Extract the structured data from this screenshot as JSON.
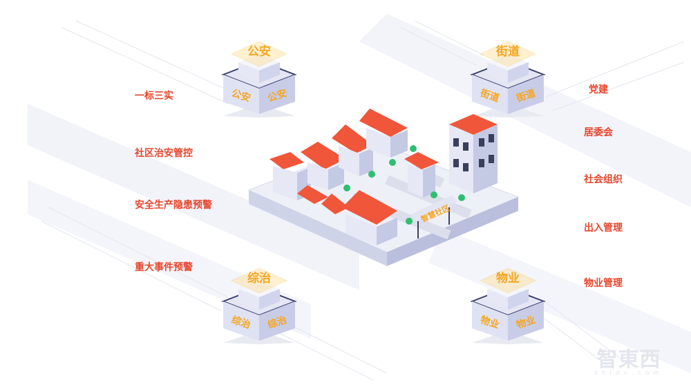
{
  "blocks": [
    {
      "id": "gongan",
      "text": "公安"
    },
    {
      "id": "jiedao",
      "text": "街道"
    },
    {
      "id": "zongzhi",
      "text": "综治"
    },
    {
      "id": "wuye",
      "text": "物业"
    }
  ],
  "left_labels": [
    "一标三实",
    "社区治安管控",
    "安全生产隐患预警",
    "重大事件预警"
  ],
  "right_labels": [
    "党建",
    "居委会",
    "社会组织",
    "出入管理",
    "物业管理"
  ],
  "center": {
    "sign": "智慧社区"
  },
  "watermark": {
    "logo": "智東西",
    "url": "zhidx.com"
  },
  "colors": {
    "label": "#e8452c",
    "block_text": "#f5a623",
    "roof": "#f0563a",
    "building": "#d9dcf0",
    "platform": "#eceef8"
  }
}
